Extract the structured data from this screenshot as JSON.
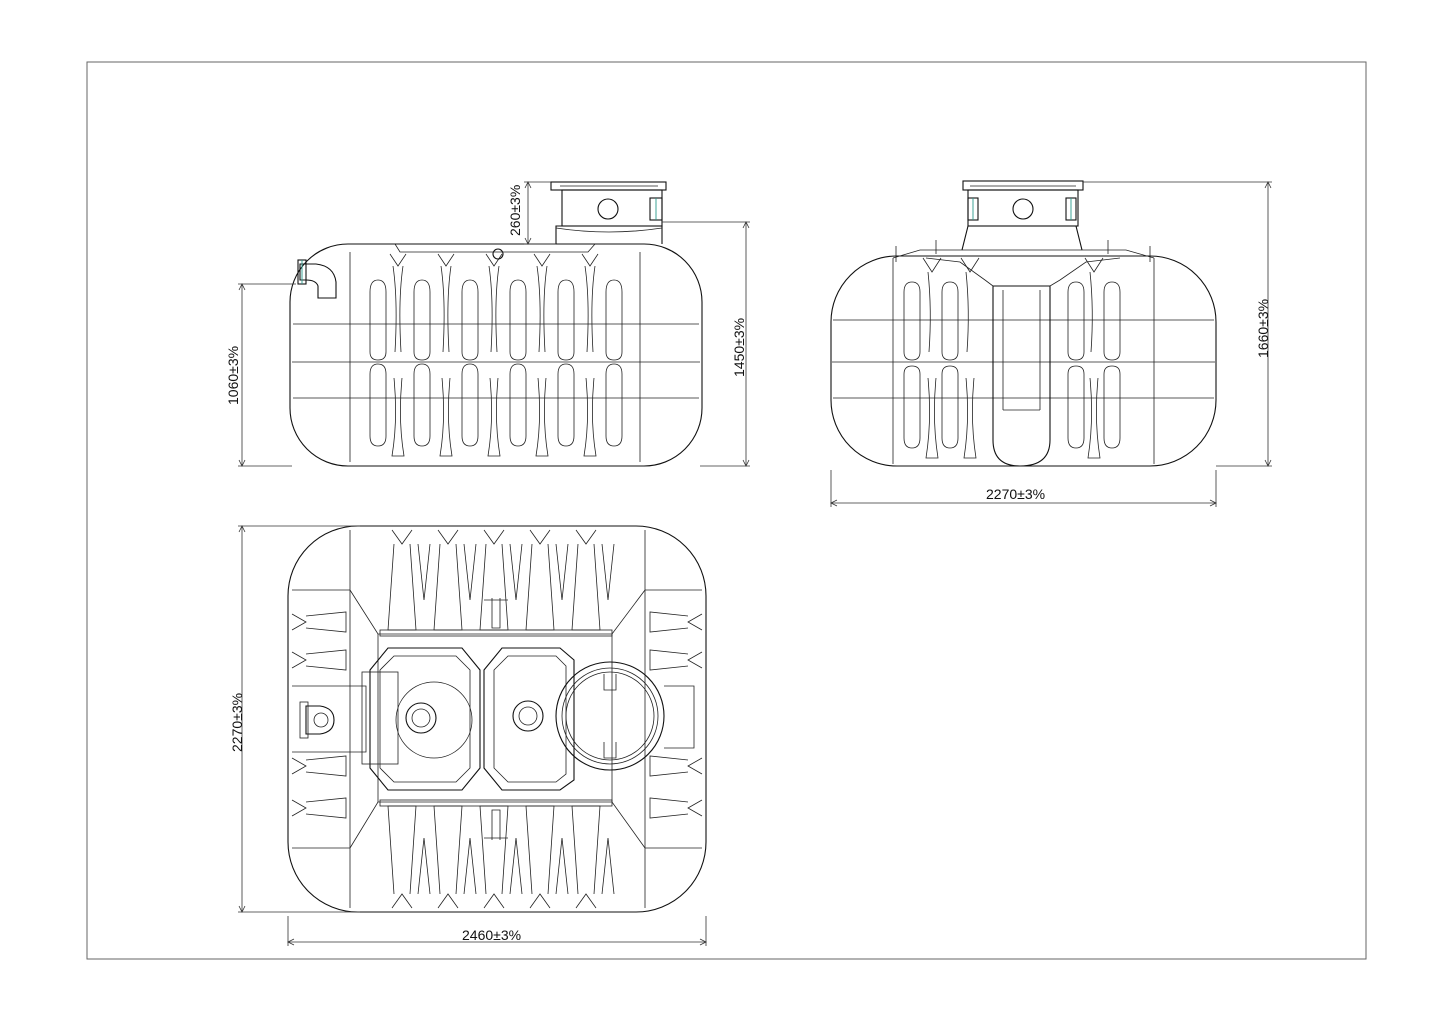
{
  "dimensions": {
    "side_collar_height": "260±3%",
    "side_inlet_height": "1060±3%",
    "side_total_height": "1450±3%",
    "end_total_height": "1660±3%",
    "end_width": "2270±3%",
    "top_width": "2270±3%",
    "top_length": "2460±3%"
  },
  "colors": {
    "line": "#111111",
    "frame": "#666666",
    "accent": "#2a9a8c"
  }
}
